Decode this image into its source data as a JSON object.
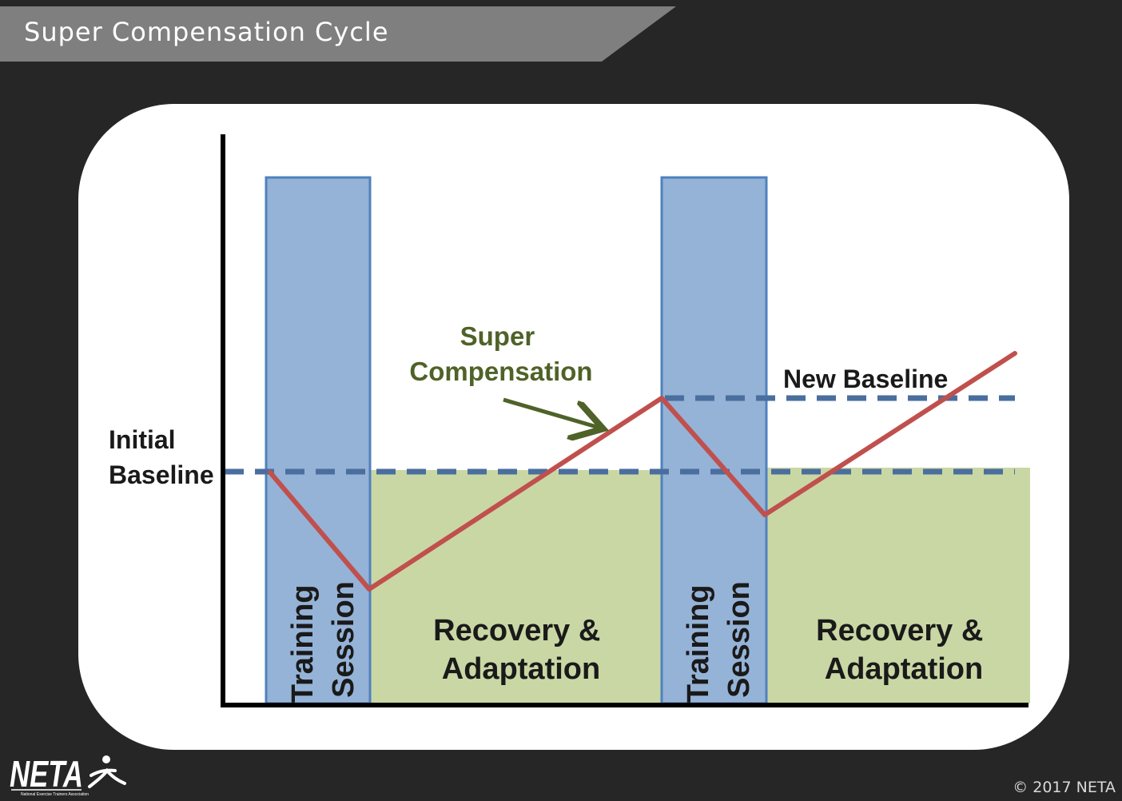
{
  "slide": {
    "title": "Super Compensation Cycle",
    "copyright": "© 2017 NETA"
  },
  "logo": {
    "wordmark": "NETA",
    "tagline": "National Exercise Trainers Association"
  },
  "diagram": {
    "initial_baseline_label": [
      "Initial",
      "Baseline"
    ],
    "new_baseline_label": "New Baseline",
    "super_compensation_label": [
      "Super",
      "Compensation"
    ],
    "phases": [
      {
        "type": "training",
        "label": [
          "Training",
          "Session"
        ]
      },
      {
        "type": "recovery",
        "label": [
          "Recovery &",
          "Adaptation"
        ]
      },
      {
        "type": "training",
        "label": [
          "Training",
          "Session"
        ]
      },
      {
        "type": "recovery",
        "label": [
          "Recovery &",
          "Adaptation"
        ]
      }
    ],
    "colors": {
      "training": "#95b3d7",
      "training_border": "#4f81bd",
      "recovery": "#c9d7a4",
      "curve": "#c0504d",
      "baseline": "#4a6e9e",
      "annotation": "#4f6228",
      "axes": "#000000"
    }
  }
}
